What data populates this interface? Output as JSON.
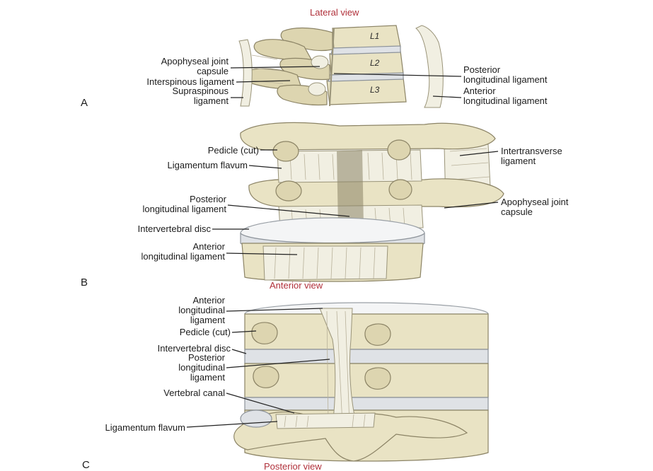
{
  "views": {
    "lateral": "Lateral view",
    "anterior": "Anterior view",
    "posterior": "Posterior view"
  },
  "panels": {
    "a": "A",
    "b": "B",
    "c": "C"
  },
  "vertebrae": {
    "l1": "L1",
    "l2": "L2",
    "l3": "L3"
  },
  "panel_a": {
    "apophyseal_1": "Apophyseal joint",
    "apophyseal_2": "capsule",
    "interspinous": "Interspinous ligament",
    "supraspinous_1": "Supraspinous",
    "supraspinous_2": "ligament",
    "pll_1": "Posterior",
    "pll_2": "longitudinal ligament",
    "all_1": "Anterior",
    "all_2": "longitudinal ligament"
  },
  "panel_b": {
    "pedicle": "Pedicle (cut)",
    "flavum": "Ligamentum flavum",
    "pll_1": "Posterior",
    "pll_2": "longitudinal ligament",
    "disc": "Intervertebral disc",
    "all_1": "Anterior",
    "all_2": "longitudinal ligament",
    "intertransverse_1": "Intertransverse",
    "intertransverse_2": "ligament",
    "apophyseal_1": "Apophyseal joint",
    "apophyseal_2": "capsule"
  },
  "panel_c": {
    "all_1": "Anterior",
    "all_2": "longitudinal",
    "all_3": "ligament",
    "pedicle": "Pedicle (cut)",
    "disc": "Intervertebral disc",
    "pll_1": "Posterior",
    "pll_2": "longitudinal",
    "pll_3": "ligament",
    "canal": "Vertebral canal",
    "flavum": "Ligamentum flavum"
  }
}
